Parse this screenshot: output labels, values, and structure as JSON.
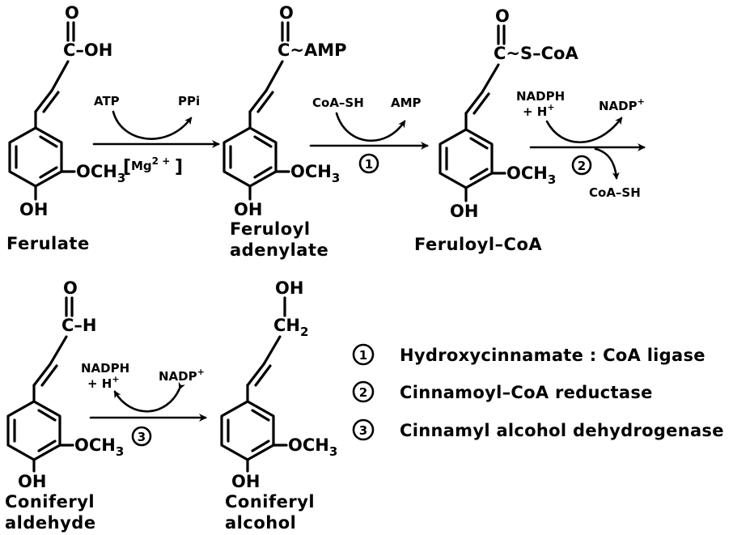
{
  "compounds": {
    "ferulate": {
      "name": "Ferulate",
      "top_group": "C–OH",
      "carbonyl_o": "O"
    },
    "feruloyl_adenylate": {
      "name_line1": "Feruloyl",
      "name_line2": "adenylate",
      "top_group": "C~AMP",
      "carbonyl_o": "O"
    },
    "feruloyl_coa": {
      "name": "Feruloyl–CoA",
      "top_group": "C~S–CoA",
      "carbonyl_o": "O"
    },
    "coniferyl_aldehyde": {
      "name_line1": "Coniferyl",
      "name_line2": "aldehyde",
      "top_group": "C–H",
      "carbonyl_o": "O"
    },
    "coniferyl_alcohol": {
      "name_line1": "Coniferyl",
      "name_line2": "alcohol",
      "top_oh": "OH",
      "top_ch2": "CH",
      "top_ch2_sub": "2"
    }
  },
  "ring_groups": {
    "oh": "OH",
    "och3": "OCH",
    "och3_sub": "3"
  },
  "reactions": {
    "step_activation": {
      "cofactor_in": "ATP",
      "cofactor_out": "PPi",
      "cofactor_condition": "Mg",
      "condition_sup": "2 +"
    },
    "step_1": {
      "enzyme_number": "1",
      "cofactor_in": "CoA–SH",
      "cofactor_out": "AMP"
    },
    "step_2": {
      "enzyme_number": "2",
      "cofactor_in": "NADPH",
      "cofactor_in_2": "+ H",
      "cofactor_out": "NADP",
      "cofactor_out_sup": "+",
      "cofactor_release": "CoA–SH"
    },
    "step_3": {
      "enzyme_number": "3",
      "cofactor_in": "NADPH",
      "cofactor_in_2": "+ H",
      "cofactor_out": "NADP",
      "cofactor_out_sup": "+"
    }
  },
  "legend": [
    {
      "number": "1",
      "enzyme": "Hydroxycinnamate : CoA ligase"
    },
    {
      "number": "2",
      "enzyme": "Cinnamoyl–CoA reductase"
    },
    {
      "number": "3",
      "enzyme": "Cinnamyl alcohol dehydrogenase"
    }
  ],
  "colors": {
    "ink": "#000000",
    "background": "#ffffff"
  }
}
